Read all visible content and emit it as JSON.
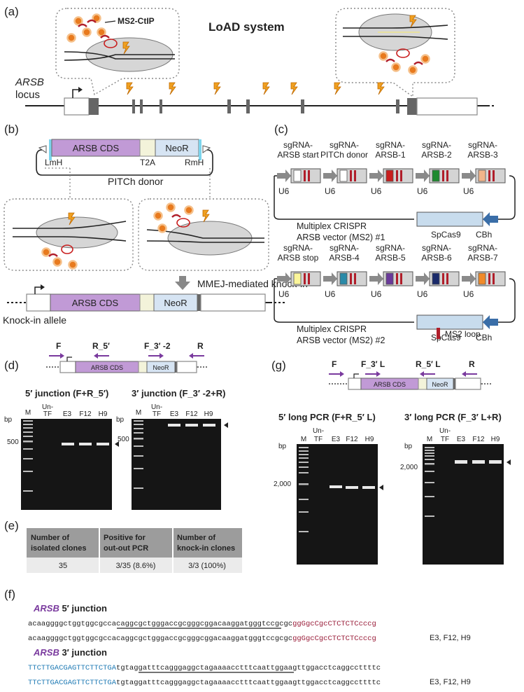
{
  "panel_labels": {
    "a": "(a)",
    "b": "(b)",
    "c": "(c)",
    "d": "(d)",
    "e": "(e)",
    "f": "(f)",
    "g": "(g)"
  },
  "panel_a": {
    "title": "LoAD system",
    "ms2_label": "MS2-CtIP",
    "locus_label_gene": "ARSB",
    "locus_label_word": "locus"
  },
  "panel_b": {
    "cds": "ARSB CDS",
    "neor": "NeoR",
    "lmh": "LmH",
    "t2a": "T2A",
    "rmh": "RmH",
    "donor_label": "PITCh donor",
    "arrow_label": "MMEJ-mediated knock-in",
    "knockin_cds": "ARSB CDS",
    "knockin_neor": "NeoR",
    "allele_label": "Knock-in allele"
  },
  "panel_c": {
    "vector1": {
      "sgrnas": [
        {
          "line1": "sgRNA-",
          "line2": "ARSB start",
          "color": "#ffffff"
        },
        {
          "line1": "sgRNA-",
          "line2": "PITCh donor",
          "color": "#ffffff"
        },
        {
          "line1": "sgRNA-",
          "line2": "ARSB-1",
          "color": "#c81e1e"
        },
        {
          "line1": "sgRNA-",
          "line2": "ARSB-2",
          "color": "#1e8a2e"
        },
        {
          "line1": "sgRNA-",
          "line2": "ARSB-3",
          "color": "#f2b48a"
        }
      ],
      "promoter": "U6",
      "cas": "SpCas9",
      "cbh": "CBh",
      "name_line1": "Multiplex CRISPR",
      "name_line2": "ARSB vector (MS2) #1"
    },
    "vector2": {
      "sgrnas": [
        {
          "line1": "sgRNA-",
          "line2": "ARSB stop",
          "color": "#fbf59a"
        },
        {
          "line1": "sgRNA-",
          "line2": "ARSB-4",
          "color": "#2a8aa8"
        },
        {
          "line1": "sgRNA-",
          "line2": "ARSB-5",
          "color": "#6a3a9a"
        },
        {
          "line1": "sgRNA-",
          "line2": "ARSB-6",
          "color": "#1a2a6a"
        },
        {
          "line1": "sgRNA-",
          "line2": "ARSB-7",
          "color": "#f08a2a"
        }
      ],
      "promoter": "U6",
      "cas": "SpCas9",
      "cbh": "CBh",
      "name_line1": "Multiplex CRISPR",
      "name_line2": "ARSB vector (MS2) #2"
    },
    "legend": "MS2 loop"
  },
  "panel_d": {
    "primers": {
      "f": "F",
      "r5": "R_5′",
      "f3": "F_3′ -2",
      "r": "R"
    },
    "cds": "ARSB CDS",
    "neor": "NeoR",
    "gel1": {
      "title": "5′ junction (F+R_5′)",
      "lanes": [
        "M",
        "Un-",
        "E3",
        "F12",
        "H9"
      ],
      "lane_sub": "TF",
      "unit": "bp",
      "marker": "500"
    },
    "gel2": {
      "title": "3′ junction (F_3′ -2+R)",
      "lanes": [
        "M",
        "Un-",
        "E3",
        "F12",
        "H9"
      ],
      "lane_sub": "TF",
      "unit": "bp",
      "marker": "500"
    }
  },
  "panel_e": {
    "headers": [
      [
        "Number of",
        "isolated clones"
      ],
      [
        "Positive for",
        "out-out PCR"
      ],
      [
        "Number of",
        "knock-in clones"
      ]
    ],
    "values": [
      "35",
      "3/35 (8.6%)",
      "3/3 (100%)"
    ]
  },
  "panel_f": {
    "five": {
      "gene": "ARSB",
      "title": " 5′ junction",
      "ref_black": "acaaggggctggtggcgccacaggcgctgggaccgcgggcggacaaggatgggtccgcgc",
      "ref_red": "ggGgcCgcCTCTCTCcccg",
      "obs_black": "acaaggggctggtggcgccacaggcgctgggaccgcgggcggacaaggatgggtccgcgc",
      "obs_red": "ggGgcCgcCTCTCTCcccg",
      "clones": "E3, F12, H9"
    },
    "three": {
      "gene": "ARSB",
      "title": " 3′ junction",
      "ref_blue": "TTCTTGACGAGTTCTTCTGA",
      "ref_black": "tgtaggatttcagggaggctagaaaacctttcaattggaagttggacctcaggccttttc",
      "obs_blue": "TTCTTGACGAGTTCTTCTGA",
      "obs_black": "tgtaggatttcagggaggctagaaaacctttcaattggaagttggacctcaggccttttc",
      "clones": "E3, F12, H9"
    }
  },
  "panel_g": {
    "primers": {
      "f": "F",
      "f3l": "F_3′ L",
      "r5l": "R_5′ L",
      "r": "R"
    },
    "cds": "ARSB CDS",
    "neor": "NeoR",
    "gel1": {
      "title": "5′ long PCR (F+R_5′ L)",
      "lanes": [
        "M",
        "Un-",
        "E3",
        "F12",
        "H9"
      ],
      "lane_sub": "TF",
      "unit": "bp",
      "marker": "2,000"
    },
    "gel2": {
      "title": "3′ long PCR (F_3′ L+R)",
      "lanes": [
        "M",
        "Un-",
        "E3",
        "F12",
        "H9"
      ],
      "lane_sub": "TF",
      "unit": "bp",
      "marker": "2,000"
    }
  },
  "colors": {
    "cds": "#c19ad6",
    "neor": "#d6e4f3",
    "t2a": "#f3f3da",
    "primer": "#7a3a9e",
    "ms2_loop": "#b01e2a",
    "cas9": "#c8dced",
    "cbh": "#3a6ea8",
    "seq_red": "#9a1e3a",
    "seq_blue": "#1e7ab4",
    "protein": "#e07a1e",
    "lightning": "#f0a020"
  }
}
